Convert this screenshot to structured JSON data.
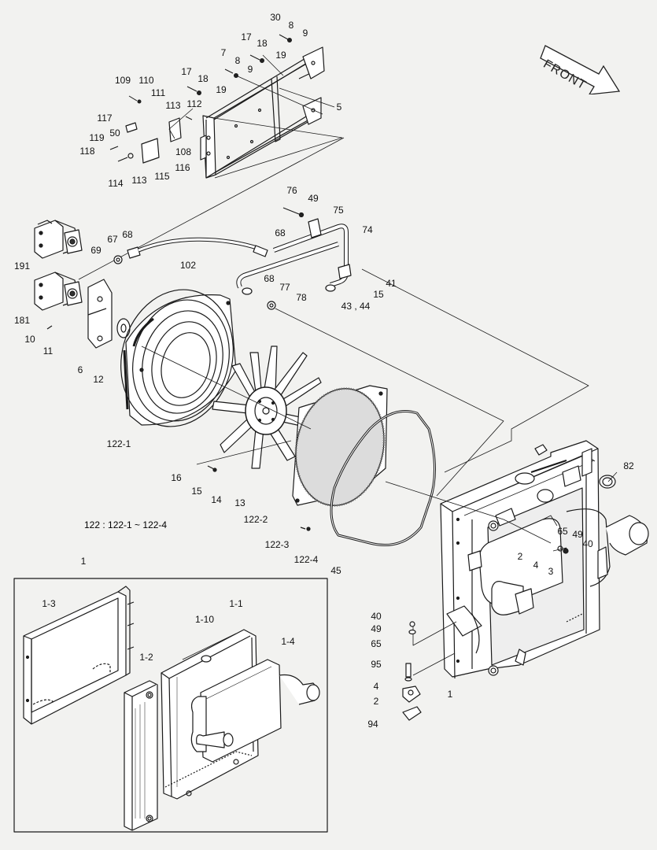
{
  "front_label": "FRONT",
  "note": "122 : 122-1 ~ 122-4",
  "inset_label": "1",
  "callouts": {
    "c30": "30",
    "c8a": "8",
    "c9a": "9",
    "c17a": "17",
    "c18a": "18",
    "c19a": "19",
    "c7": "7",
    "c8b": "8",
    "c9b": "9",
    "c17b": "17",
    "c18b": "18",
    "c19b": "19",
    "c5": "5",
    "c109": "109",
    "c110": "110",
    "c111": "111",
    "c113a": "113",
    "c112": "112",
    "c117": "117",
    "c50": "50",
    "c119": "119",
    "c118": "118",
    "c108": "108",
    "c116": "116",
    "c114": "114",
    "c113b": "113",
    "c115": "115",
    "c76": "76",
    "c49a": "49",
    "c75": "75",
    "c74": "74",
    "c68a": "68",
    "c67": "67",
    "c68b": "68",
    "c69": "69",
    "c191": "191",
    "c102": "102",
    "c41": "41",
    "c15a": "15",
    "c4344": "43 , 44",
    "c68c": "68",
    "c77": "77",
    "c78": "78",
    "c181": "181",
    "c10": "10",
    "c11": "11",
    "c6": "6",
    "c12": "12",
    "c1221": "122-1",
    "c16": "16",
    "c15b": "15",
    "c14": "14",
    "c13": "13",
    "c1222": "122-2",
    "c1223": "122-3",
    "c1224": "122-4",
    "c45": "45",
    "c82": "82",
    "c65a": "65",
    "c49b": "49",
    "c40a": "40",
    "c2a": "2",
    "c4a": "4",
    "c3": "3",
    "c40b": "40",
    "c49c": "49",
    "c65b": "65",
    "c95": "95",
    "c4b": "4",
    "c2b": "2",
    "c94": "94",
    "c1": "1",
    "c13i": "1-3",
    "c110i": "1-10",
    "c11i": "1-1",
    "c12i": "1-2",
    "c14i": "1-4"
  }
}
